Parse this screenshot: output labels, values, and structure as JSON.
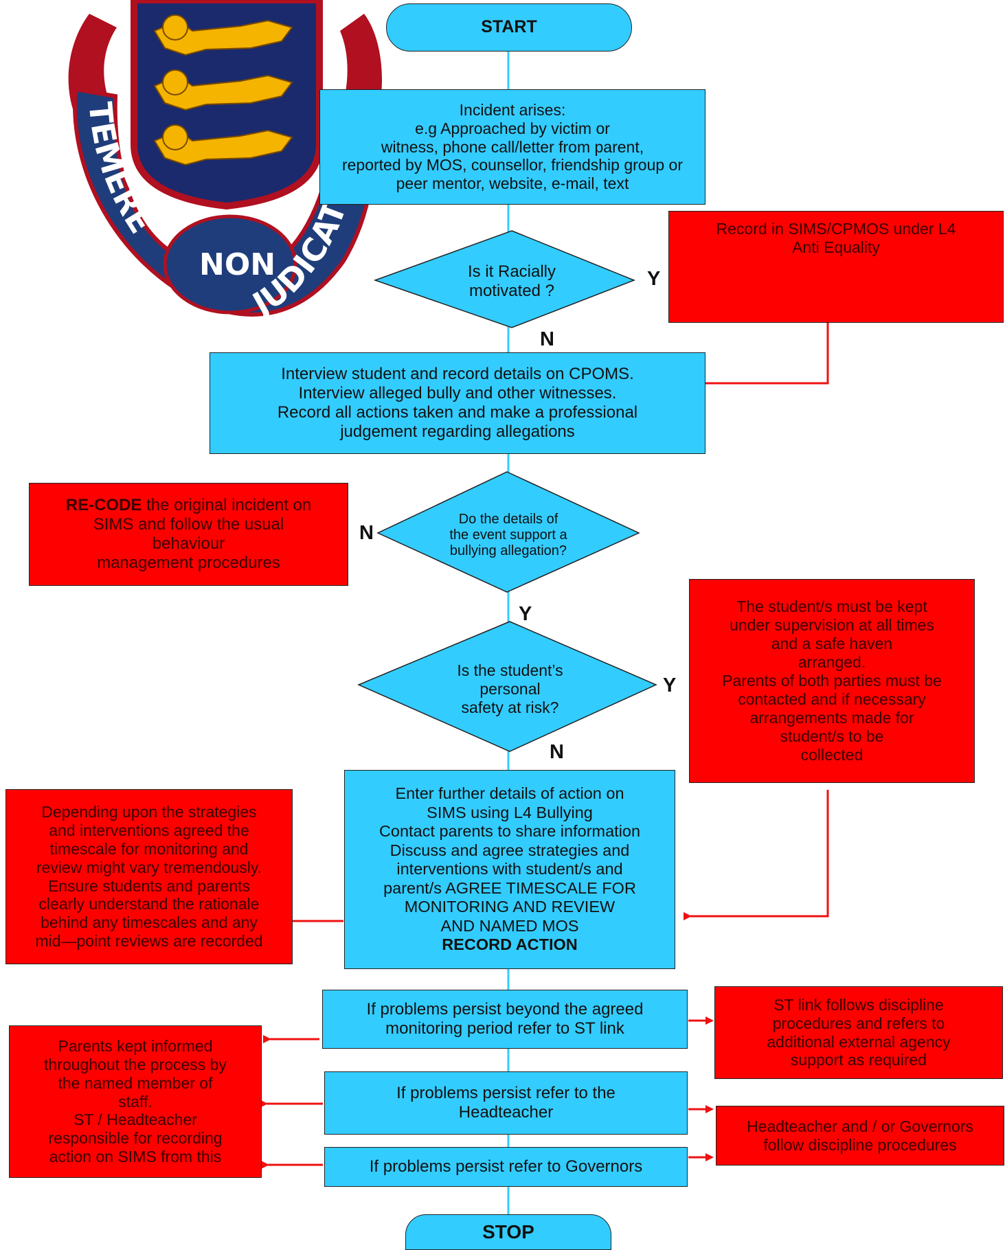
{
  "crest": {
    "motto_words": [
      "TEMERE",
      "NON",
      "JUDICAT"
    ],
    "colors": {
      "shield_blue": "#1a2a6c",
      "ribbon_blue": "#1f3d7a",
      "ribbon_red": "#b01020",
      "lion_gold": "#f4b400"
    }
  },
  "flow": {
    "start": "START",
    "incident": [
      "Incident arises:",
      "e.g Approached by victim or",
      "witness, phone call/letter from parent,",
      "reported by MOS, counsellor, friendship group or",
      "peer mentor, website, e-mail, text"
    ],
    "q_racial": [
      "Is it Racially",
      "motivated  ?"
    ],
    "racial_yes": [
      "Record in SIMS/CPMOS under L4",
      "Anti Equality"
    ],
    "interview": [
      "Interview student and record details on CPOMS.",
      "Interview alleged bully and other witnesses.",
      "Record all actions taken and make a professional",
      "judgement regarding allegations"
    ],
    "q_bullying": [
      "Do the details of",
      "the event support a",
      "bullying allegation?"
    ],
    "recode_bold": "RE-CODE",
    "recode_rest": " the original incident on",
    "recode_lines": [
      "SIMS and follow the usual",
      "behaviour",
      "management procedures"
    ],
    "q_safety": [
      "Is the student’s",
      "personal",
      "safety at risk?"
    ],
    "safety_yes": [
      "The student/s must be kept",
      "under supervision at all times",
      "and a safe haven",
      "arranged.",
      "Parents of both parties must be",
      "contacted and if necessary",
      "arrangements made for",
      "student/s to be",
      "collected"
    ],
    "further": [
      "Enter further details of action on",
      "SIMS using L4 Bullying",
      "Contact parents to share information",
      "Discuss and agree strategies and",
      "interventions with student/s and",
      "parent/s  AGREE TIMESCALE FOR",
      "MONITORING AND REVIEW",
      "AND NAMED MOS"
    ],
    "further_bold": "RECORD ACTION",
    "depending": [
      "Depending upon the strategies",
      "and interventions agreed the",
      "timescale for monitoring and",
      "review might vary tremendously.",
      "Ensure students and parents",
      "clearly understand the rationale",
      "behind any timescales and any",
      "mid—point reviews are recorded"
    ],
    "persist_st": [
      "If problems persist beyond the agreed",
      "monitoring period refer to ST link"
    ],
    "st_link": [
      "ST link follows discipline",
      "procedures and refers to",
      "additional external agency",
      "support as required"
    ],
    "parents_informed": [
      "Parents kept informed",
      "throughout the process by",
      "the named member of",
      "staff.",
      "ST / Headteacher",
      "responsible for recording",
      "action on SIMS from this"
    ],
    "persist_head": [
      "If problems persist refer to the",
      "Headteacher"
    ],
    "head_gov": [
      "Headteacher and / or Governors",
      "follow discipline procedures"
    ],
    "persist_gov": "If problems persist refer to Governors",
    "stop": "STOP"
  },
  "labels": {
    "yes": "Y",
    "no": "N"
  },
  "colors": {
    "process_blue": "#33ccff",
    "action_red": "#ff0000",
    "line_blue": "#33ccff",
    "arrow_red": "#ee1111"
  }
}
